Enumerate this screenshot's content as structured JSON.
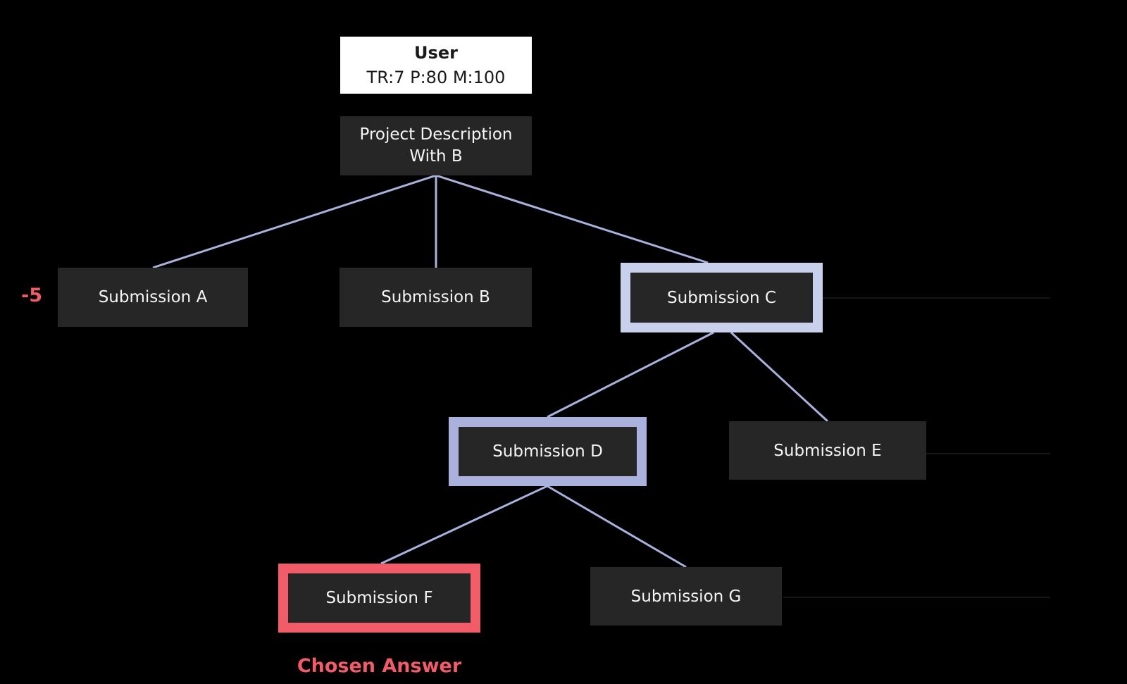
{
  "root": {
    "title": "User",
    "stats": "TR:7 P:80 M:100"
  },
  "project": {
    "label": "Project Description With B"
  },
  "submissions": {
    "a": {
      "label": "Submission A",
      "highlighted": false
    },
    "b": {
      "label": "Submission B",
      "highlighted": false
    },
    "c": {
      "label": "Submission C",
      "highlighted": true,
      "highlight_color": "#c8d0eb"
    },
    "d": {
      "label": "Submission D",
      "highlighted": true,
      "highlight_color": "#a9b1dc"
    },
    "e": {
      "label": "Submission E",
      "highlighted": false
    },
    "f": {
      "label": "Submission F",
      "chosen": true,
      "highlight_color": "#f25b68"
    },
    "g": {
      "label": "Submission G",
      "highlighted": false
    }
  },
  "annotations": {
    "penalty": "-5",
    "chosen_answer": "Chosen Answer"
  },
  "edges": [
    {
      "from": "project",
      "to": "submission_a"
    },
    {
      "from": "project",
      "to": "submission_b"
    },
    {
      "from": "project",
      "to": "submission_c"
    },
    {
      "from": "submission_c",
      "to": "submission_d"
    },
    {
      "from": "submission_c",
      "to": "submission_e"
    },
    {
      "from": "submission_d",
      "to": "submission_f"
    },
    {
      "from": "submission_d",
      "to": "submission_g"
    }
  ],
  "faint_stub_edges": [
    {
      "from": "submission_c",
      "direction": "right"
    },
    {
      "from": "submission_e",
      "direction": "right"
    },
    {
      "from": "submission_g",
      "direction": "right"
    }
  ],
  "colors": {
    "background": "#000000",
    "node_fill": "#262626",
    "node_text": "#f5f5f5",
    "root_fill": "#ffffff",
    "root_text": "#1a1a1a",
    "edge": "#a9b1dc",
    "highlight_light_lavender": "#c8d0eb",
    "highlight_lavender": "#a9b1dc",
    "chosen_red": "#f25b68",
    "faint_edge": "#161616"
  }
}
